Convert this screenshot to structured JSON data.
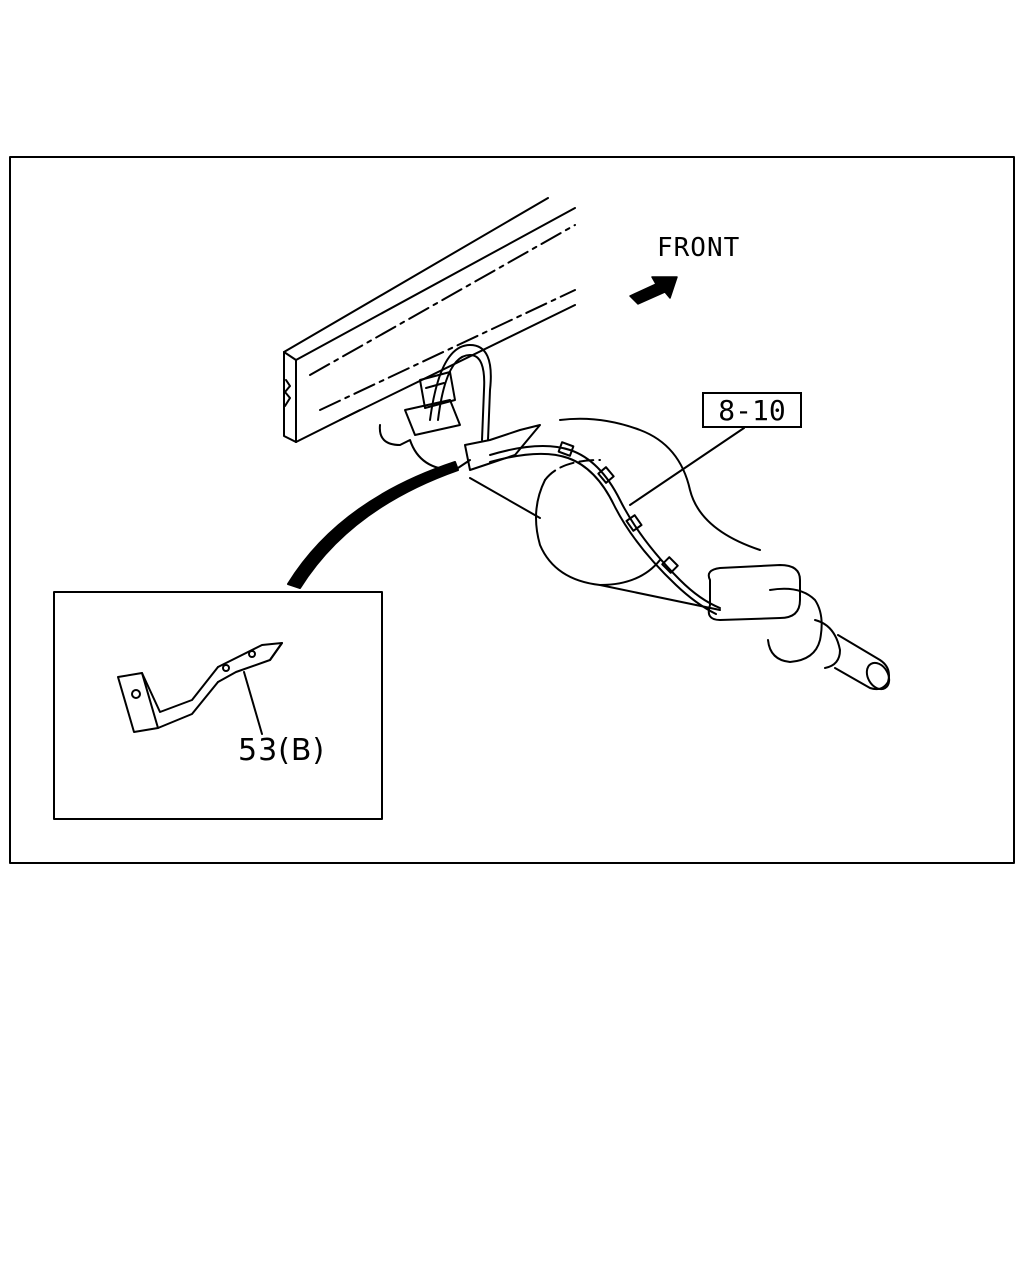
{
  "labels": {
    "direction": "FRONT",
    "reference": "8-10",
    "part_number": "53(B)"
  },
  "colors": {
    "line": "#000000",
    "background": "#ffffff"
  },
  "icons": {
    "direction_arrow": "arrow-front-icon"
  }
}
